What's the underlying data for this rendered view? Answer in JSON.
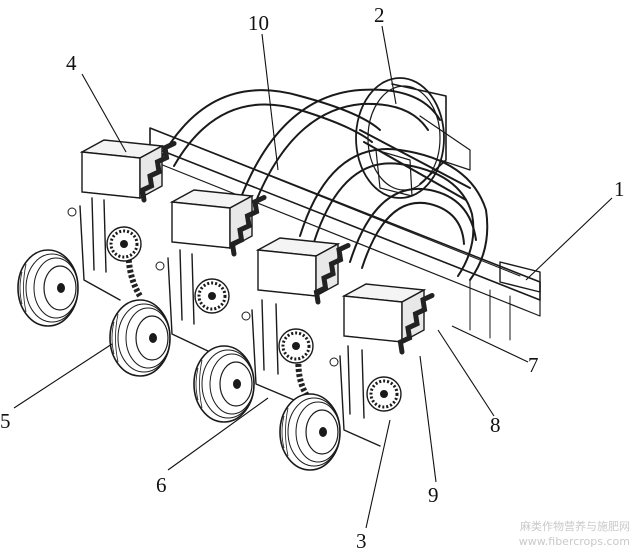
{
  "callouts": {
    "c1": "1",
    "c2": "2",
    "c3": "3",
    "c4": "4",
    "c5": "5",
    "c6": "6",
    "c7": "7",
    "c8": "8",
    "c9": "9",
    "c10": "10"
  },
  "watermark": {
    "line1": "麻类作物营养与施肥网",
    "line2": "www.fibercrops.com"
  },
  "colors": {
    "ink": "#1a1a1a",
    "chain": "#222222",
    "background": "#ffffff",
    "watermark": "#c9c9c9"
  }
}
